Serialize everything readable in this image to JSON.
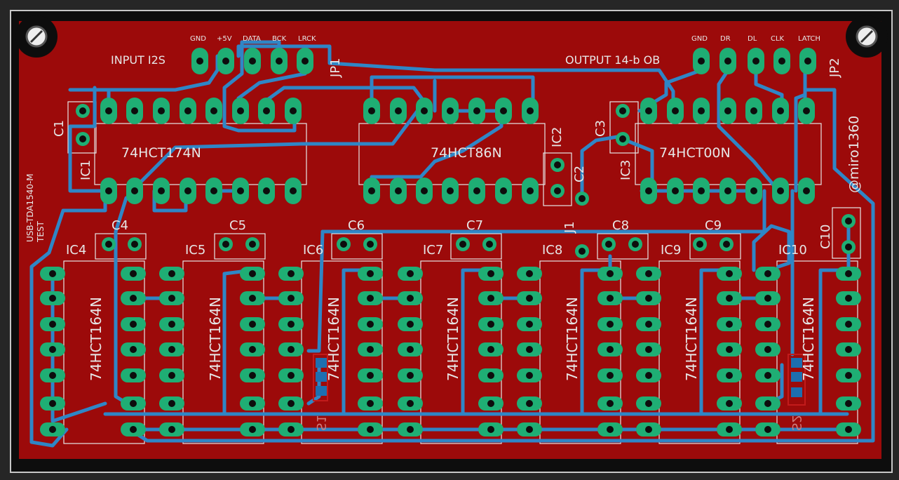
{
  "colors": {
    "background": "#262626",
    "board_outline": "#c7c7c7",
    "copper_top": "#9c0a0a",
    "trace_bottom": "#2f86c6",
    "pad": "#1fae74",
    "drill": "#0d0d0d",
    "silkscreen": "#e6e6e6",
    "cream": "#1d6fb0",
    "mirrored_text": "#cf7b7b"
  },
  "connectors": {
    "input_label": "INPUT I2S",
    "input_ref": "JP1",
    "input_pins": [
      "GND",
      "+5V",
      "DATA",
      "BCK",
      "LRCK"
    ],
    "output_label": "OUTPUT 14-b OB",
    "output_ref": "JP2",
    "output_pins": [
      "GND",
      "DR",
      "DL",
      "CLK",
      "LATCH"
    ]
  },
  "chips": [
    {
      "ref": "IC1",
      "value": "74HCT174N"
    },
    {
      "ref": "IC2",
      "value": "74HCT86N"
    },
    {
      "ref": "IC3",
      "value": "74HCT00N"
    },
    {
      "ref": "IC4",
      "value": "74HCT164N"
    },
    {
      "ref": "IC5",
      "value": "74HCT164N"
    },
    {
      "ref": "IC6",
      "value": "74HCT164N"
    },
    {
      "ref": "IC7",
      "value": "74HCT164N"
    },
    {
      "ref": "IC8",
      "value": "74HCT164N"
    },
    {
      "ref": "IC9",
      "value": "74HCT164N"
    },
    {
      "ref": "IC10",
      "value": "74HCT164N"
    }
  ],
  "capacitors": [
    "C1",
    "C2",
    "C3",
    "C4",
    "C5",
    "C6",
    "C7",
    "C8",
    "C9",
    "C10"
  ],
  "jumper": "J1",
  "board_text": {
    "side_title": "USB-TDA1540-M",
    "side_test": "TEST",
    "author": "@miro1360",
    "bottom_marks": [
      "S1",
      "S2"
    ]
  }
}
